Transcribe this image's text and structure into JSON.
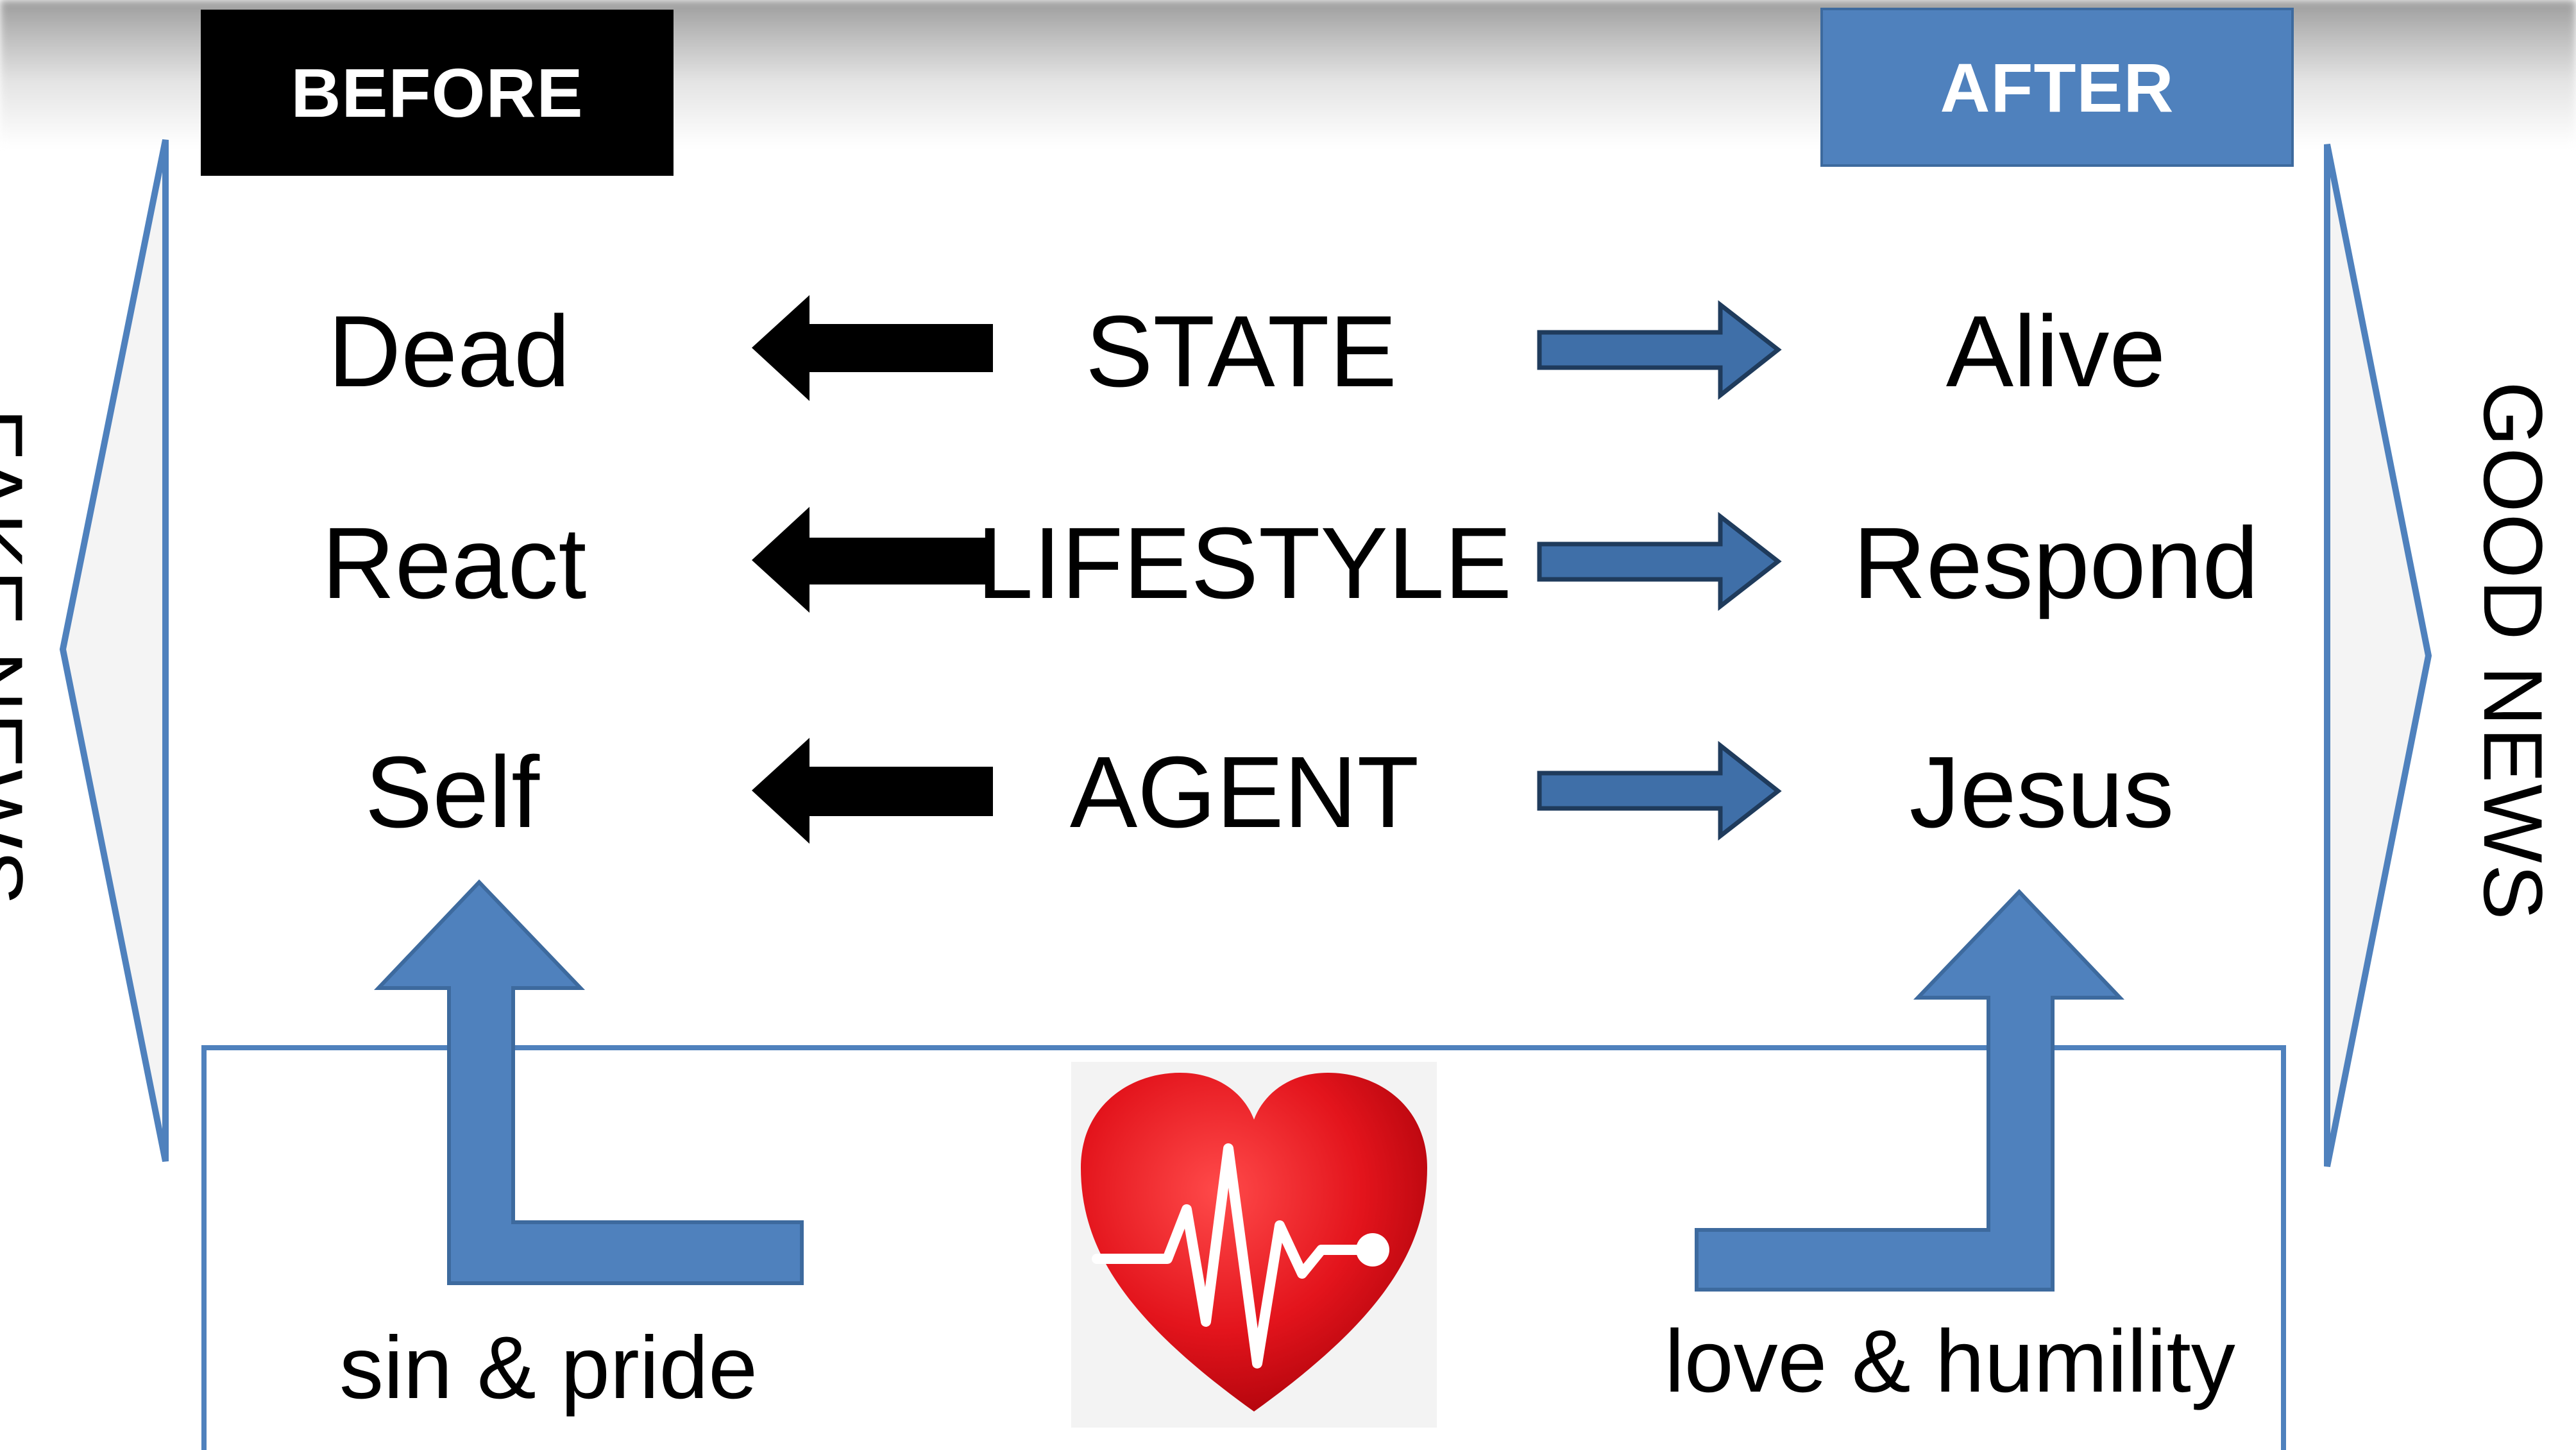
{
  "tags": {
    "before": "BEFORE",
    "after": "AFTER"
  },
  "rows": [
    {
      "before": "Dead",
      "concept": "STATE",
      "after": "Alive"
    },
    {
      "before": "React",
      "concept": "LIFESTYLE",
      "after": "Respond"
    },
    {
      "before": "Self",
      "concept": "AGENT",
      "after": "Jesus"
    }
  ],
  "side_labels": {
    "left": "FAKE NEWS",
    "right": "GOOD NEWS"
  },
  "captions": {
    "left": "sin & pride",
    "right": "love & humility"
  },
  "colors": {
    "blue": "#4f81bd",
    "dark_blue": "#3d6a9e",
    "black": "#000000",
    "heart_red": "#e3141c"
  }
}
